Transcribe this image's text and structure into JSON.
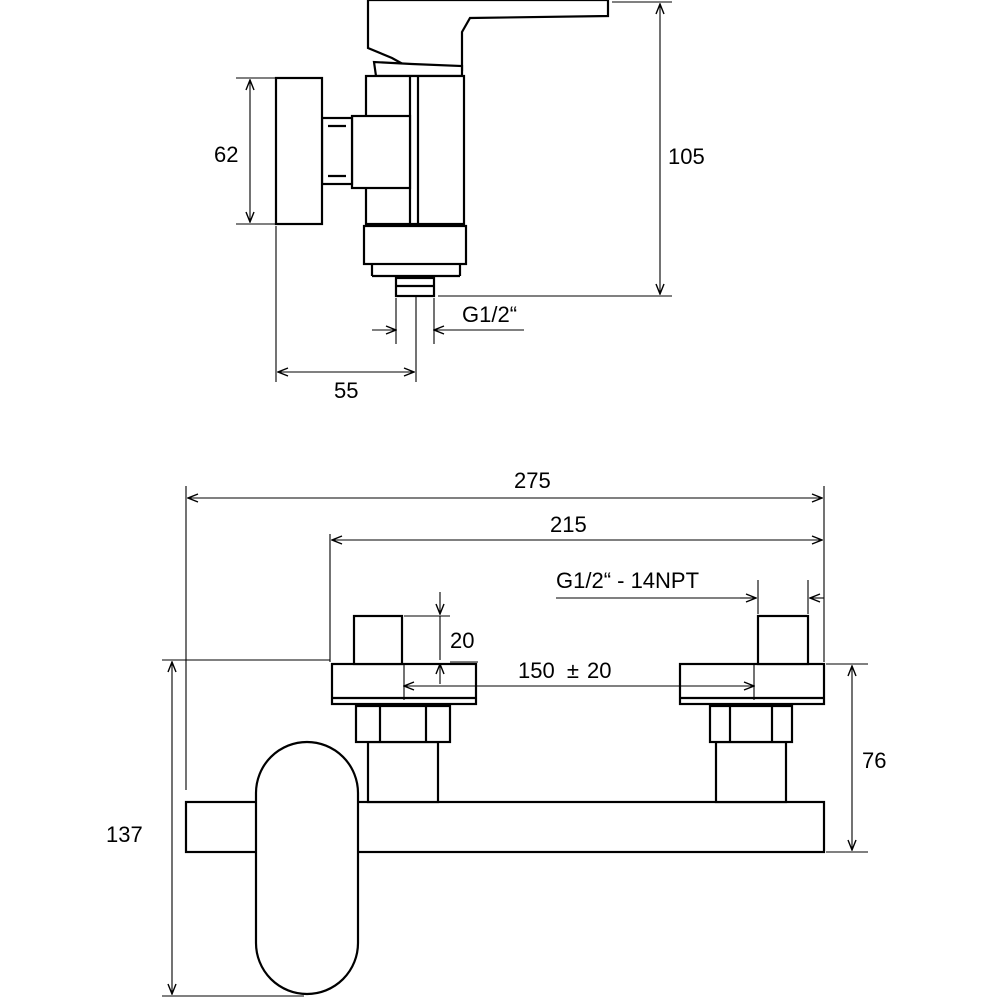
{
  "side_view": {
    "dims": {
      "height_total": "105",
      "handle_diameter": "62",
      "thread": "G1/2“",
      "depth": "55"
    }
  },
  "front_view": {
    "dims": {
      "overall_width": "275",
      "connection_width": "215",
      "thread_npt": "G1/2“ - 14NPT",
      "collar_height": "20",
      "centers": "150",
      "centers_tolerance_sign": "±",
      "centers_tolerance": "20",
      "body_height": "76",
      "total_height": "137"
    }
  },
  "colors": {
    "ink": "#000000",
    "paper": "#ffffff"
  }
}
